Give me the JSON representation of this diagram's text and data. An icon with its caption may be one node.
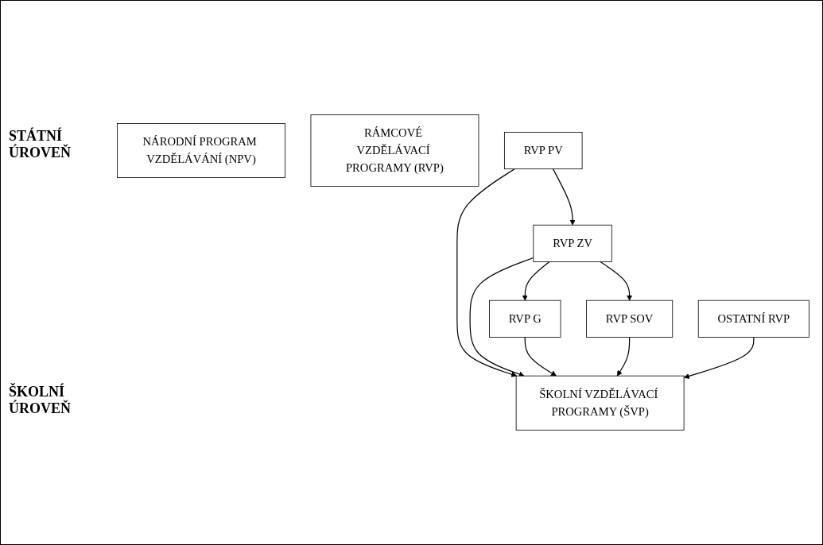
{
  "diagram": {
    "nodes": [
      {
        "text": [
          "NÁRODNÍ PROGRAM VZDĚLÁVÁNÍ (NPV)"
        ]
      },
      {
        "text": [
          "RÁMCOVÉ VZDĚLÁVACÍ PROGRAMY (RVP)"
        ]
      },
      {
        "text": [
          "RVP PV"
        ]
      },
      {
        "text": [
          "RVP ZV"
        ]
      },
      {
        "text": [
          "RVP G"
        ]
      },
      {
        "text": [
          "RVP SOV"
        ]
      },
      {
        "text": [
          "OSTATNÍ RVP"
        ]
      },
      {
        "text": [
          "ŠKOLNÍ VZDĚLÁVACÍ PROGRAMY (ŠVP)"
        ]
      }
    ],
    "edges": [
      {
        "from": 2,
        "to": 3,
        "arrow": "to"
      },
      {
        "from": 3,
        "to": 4,
        "arrow": "to"
      },
      {
        "from": 3,
        "to": 5,
        "arrow": "to"
      },
      {
        "from": 2,
        "to": 7,
        "arrow": "to"
      },
      {
        "from": 3,
        "to": 7,
        "arrow": "to"
      },
      {
        "from": 4,
        "to": 7,
        "arrow": "to"
      },
      {
        "from": 5,
        "to": 7,
        "arrow": "to"
      },
      {
        "from": 6,
        "to": 7,
        "arrow": "to"
      }
    ],
    "labels": [
      "STÁTNÍ ÚROVEŇ",
      "ŠKOLNÍ ÚROVEŇ"
    ]
  }
}
